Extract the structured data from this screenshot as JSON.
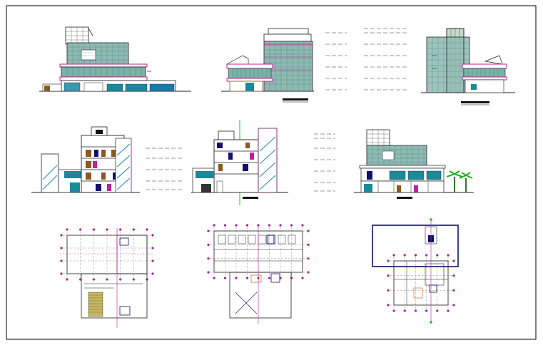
{
  "sheet": {
    "frame_color": "#000000",
    "background": "#ffffff"
  },
  "colors": {
    "glass": "#7fb0a8",
    "glass_dark": "#4a8a86",
    "teal": "#1a8a9a",
    "magenta": "#c0209a",
    "navy": "#101070",
    "brown": "#8a5a20",
    "orange": "#d07020",
    "green": "#20c020",
    "line": "#222222",
    "grid": "#808080",
    "node": "#a020a0"
  },
  "panels": [
    {
      "id": "front-elevation"
    },
    {
      "id": "side-elevation-left"
    },
    {
      "id": "side-elevation-right"
    },
    {
      "id": "section-a"
    },
    {
      "id": "section-b"
    },
    {
      "id": "section-c"
    },
    {
      "id": "ground-floor-plan"
    },
    {
      "id": "first-floor-plan"
    },
    {
      "id": "site-plan"
    }
  ]
}
